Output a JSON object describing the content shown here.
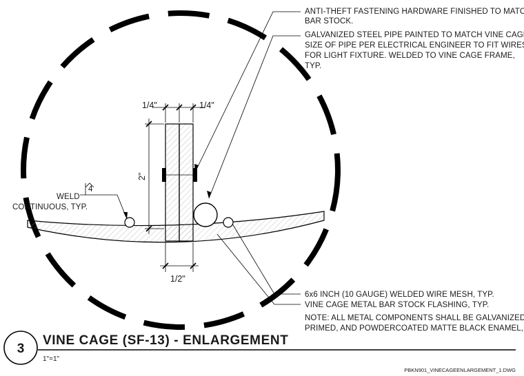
{
  "notes": {
    "anti_theft": [
      "ANTI-THEFT FASTENING HARDWARE FINISHED TO MATCH",
      "BAR STOCK."
    ],
    "galvanized_pipe": [
      "GALVANIZED STEEL PIPE PAINTED TO MATCH VINE CAGE.",
      "SIZE OF PIPE PER ELECTRICAL ENGINEER TO FIT WIRES",
      "FOR LIGHT FIXTURE.  WELDED TO VINE CAGE FRAME,",
      "TYP."
    ],
    "wire_mesh": "6x6 INCH (10 GAUGE) WELDED WIRE MESH, TYP.",
    "flashing": "VINE CAGE METAL BAR STOCK FLASHING, TYP.",
    "general": [
      "NOTE: ALL METAL COMPONENTS SHALL BE GALVANIZED,",
      "PRIMED, AND POWDERCOATED MATTE BLACK ENAMEL, TYP."
    ],
    "weld": [
      "WELD",
      "CONTINUOUS, TYP."
    ],
    "weld_symbol": "4"
  },
  "dimensions": {
    "left_thickness": "1/4\"",
    "right_thickness": "1/4\"",
    "height": "2\"",
    "width": "1/2\""
  },
  "title_block": {
    "number": "3",
    "title": "VINE CAGE (SF-13) - ENLARGEMENT",
    "scale": "1\"=1\"",
    "filename": "PBKN901_VINECAGEENLARGEMENT_1.DWG"
  }
}
